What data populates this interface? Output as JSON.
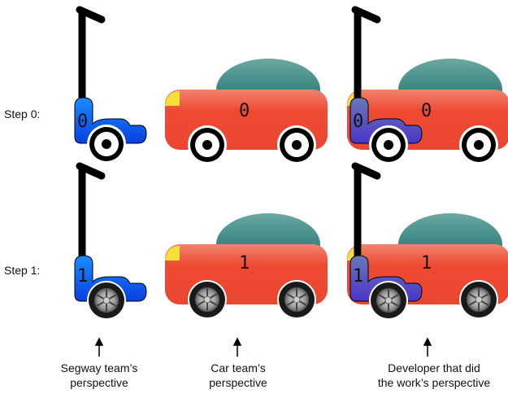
{
  "rows": [
    {
      "label": "Step 0:",
      "segway_value": "0",
      "car_value": "0",
      "wheel_style": "plain"
    },
    {
      "label": "Step 1:",
      "segway_value": "1",
      "car_value": "1",
      "wheel_style": "alloy"
    }
  ],
  "columns": [
    {
      "caption_line1": "Segway team’s",
      "caption_line2": "perspective"
    },
    {
      "caption_line1": "Car team’s",
      "caption_line2": "perspective"
    },
    {
      "caption_line1": "Developer that did",
      "caption_line2": "the work’s perspective"
    }
  ],
  "colors": {
    "segway_blue": "#1463f0",
    "segway_merged": "#5b4fc4",
    "car_red": "#ee4a32",
    "car_roof": "#3b8580",
    "headlight": "#f5e03a"
  }
}
